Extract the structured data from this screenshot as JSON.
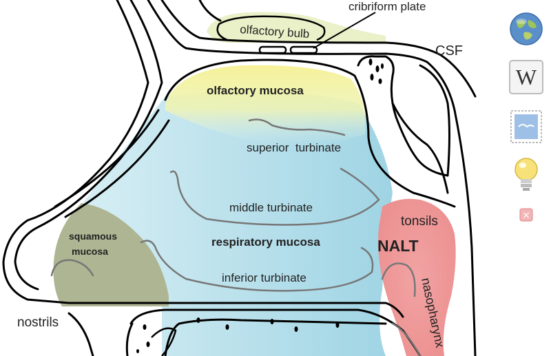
{
  "diagram": {
    "labels": {
      "cribriform_plate": "cribriform plate",
      "olfactory_bulb": "olfactory bulb",
      "csf": "CSF",
      "olfactory_mucosa": "olfactory mucosa",
      "superior_turbinate": "superior  turbinate",
      "middle_turbinate": "middle turbinate",
      "tonsils": "tonsils",
      "squamous_line1": "squamous",
      "squamous_line2": "mucosa",
      "respiratory_mucosa": "respiratory mucosa",
      "nalt": "NALT",
      "inferior_turbinate": "inferior turbinate",
      "nasopharynx": "nasopharynx",
      "nostrils": "nostrils"
    },
    "colors": {
      "olfactory_region": "#f3f2a0",
      "respiratory_region": "#a9d8e6",
      "squamous_region": "#aeb592",
      "nalt_region": "#ee9c9c",
      "bulb_region": "#eaf1c8",
      "outline": "#000000",
      "turbinate_line": "#777777"
    }
  },
  "sidebar": {
    "icons": [
      {
        "name": "globe-icon"
      },
      {
        "name": "wikipedia-icon",
        "glyph": "W"
      },
      {
        "name": "stamp-icon"
      },
      {
        "name": "lightbulb-icon"
      },
      {
        "name": "close-icon",
        "glyph": "×"
      }
    ]
  }
}
